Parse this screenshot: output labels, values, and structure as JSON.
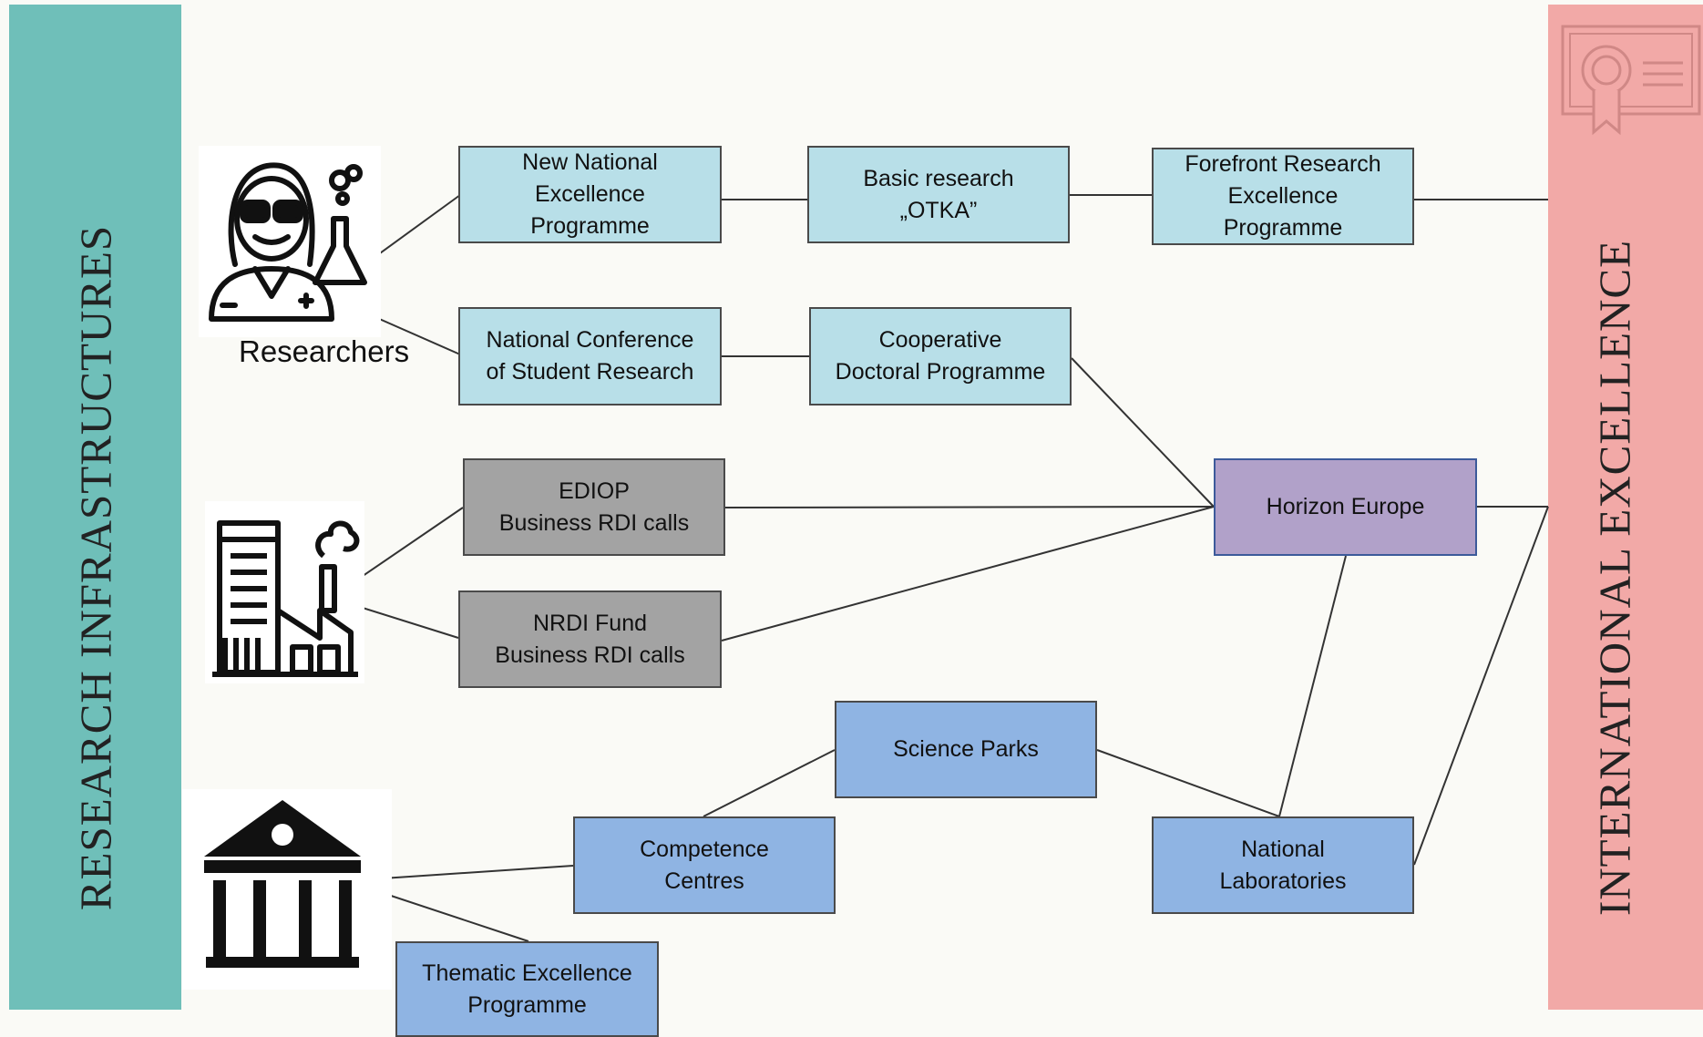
{
  "left_band": {
    "label": "RESEARCH INFRASTRUCTURES"
  },
  "right_band": {
    "label": "INTERNATIONAL EXCELLENCE"
  },
  "actors": {
    "researchers_label": "Researchers"
  },
  "boxes": {
    "new_national": "New National\nExcellence\nProgramme",
    "basic_research": "Basic research\n„OTKA”",
    "forefront": "Forefront Research\nExcellence\nProgramme",
    "national_conference": "National Conference\nof Student Research",
    "cooperative_doctoral": "Cooperative\nDoctoral Programme",
    "ediop": "EDIOP\nBusiness RDI calls",
    "nrdi_fund": "NRDI Fund\nBusiness RDI calls",
    "horizon_europe": "Horizon Europe",
    "science_parks": "Science Parks",
    "competence_centres": "Competence\nCentres",
    "national_laboratories": "National\nLaboratories",
    "thematic_excellence": "Thematic Excellence\nProgramme"
  },
  "colors": {
    "left_band": "#6fbfb9",
    "right_band": "#f2a9a7",
    "light_box": "#b8dfe8",
    "gray_box": "#a3a3a3",
    "purple_box": "#b1a1c9",
    "blue_box": "#8fb4e3"
  },
  "icons": [
    "scientist-icon",
    "factory-icon",
    "institution-icon",
    "certificate-icon"
  ]
}
